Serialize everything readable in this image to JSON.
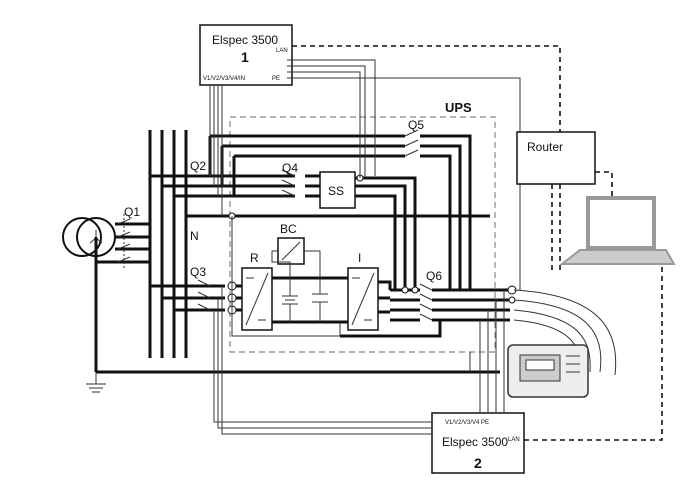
{
  "meter1": {
    "title": "Elspec 3500",
    "number": "1",
    "lan": "LAN",
    "pe": "PE",
    "inputs": "V1/V2/V3/V4/IN"
  },
  "meter2": {
    "title": "Elspec 3500",
    "number": "2",
    "lan": "LAN",
    "pe": "PE",
    "inputs": "V1/V2/V3/V4 PE"
  },
  "ups": {
    "label": "UPS"
  },
  "router": {
    "label": "Router"
  },
  "switches": {
    "q1": "Q1",
    "q2": "Q2",
    "q3": "Q3",
    "q4": "Q4",
    "q5": "Q5",
    "q6": "Q6"
  },
  "neutral": "N",
  "blocks": {
    "ss": "SS",
    "bc": "BC",
    "r": "R",
    "i": "I"
  }
}
